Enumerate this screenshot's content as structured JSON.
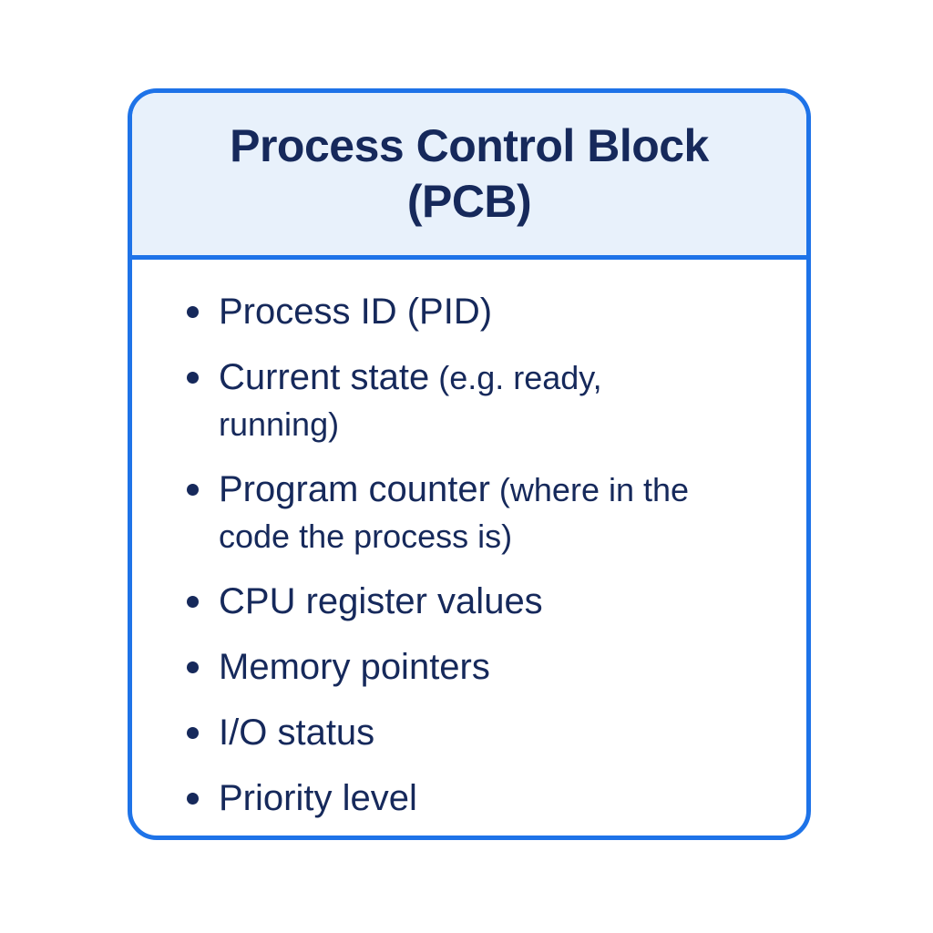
{
  "card": {
    "title_line1": "Process Control Block",
    "title_line2": "(PCB)",
    "items": [
      {
        "main": "Process ID (PID)",
        "note": ""
      },
      {
        "main": "Current state",
        "note": "(e.g. ready, running)"
      },
      {
        "main": "Program counter",
        "note": "(where in the code the process is)"
      },
      {
        "main": "CPU register values",
        "note": ""
      },
      {
        "main": "Memory pointers",
        "note": ""
      },
      {
        "main": "I/O status",
        "note": ""
      },
      {
        "main": "Priority level",
        "note": ""
      }
    ]
  },
  "colors": {
    "border": "#1E73E8",
    "header_bg": "#E8F1FB",
    "text": "#16295B",
    "page_bg": "#FFFFFF"
  }
}
